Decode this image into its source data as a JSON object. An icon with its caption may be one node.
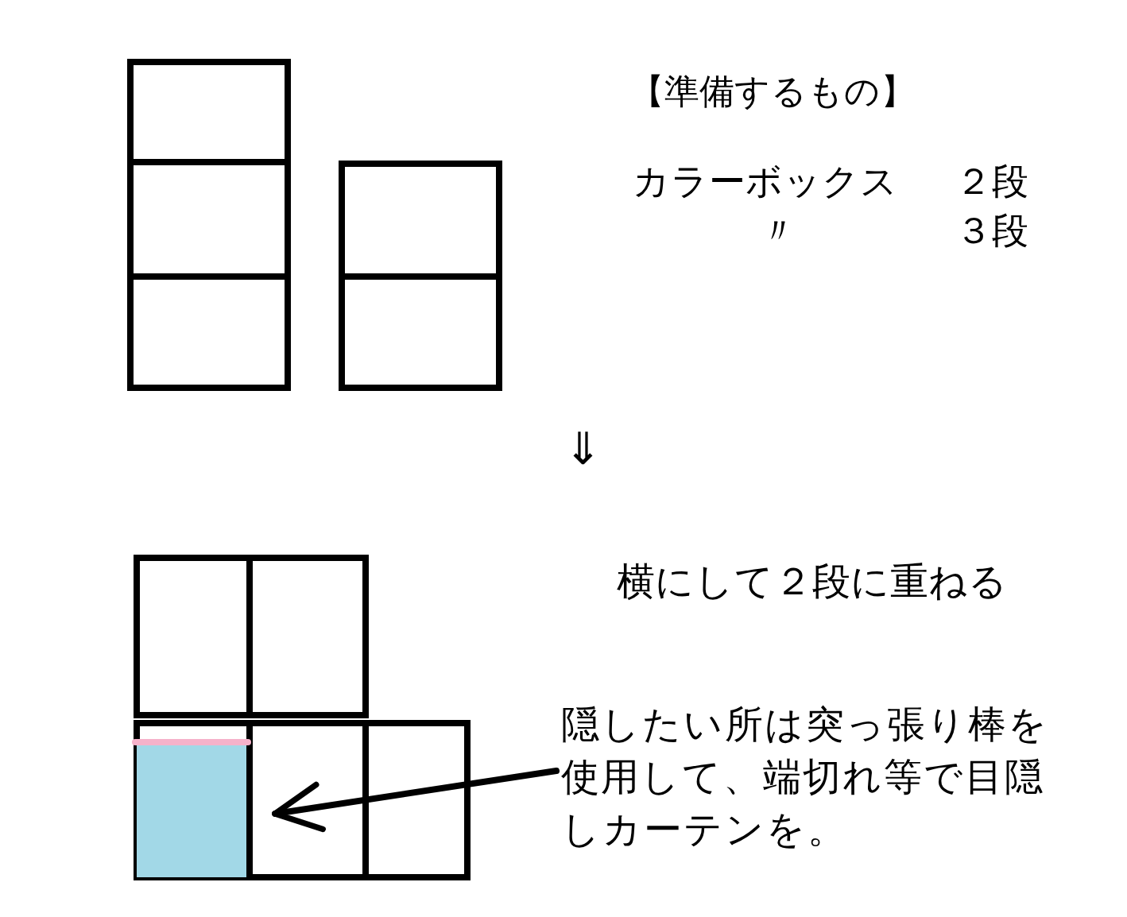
{
  "diagram": {
    "nodes": [
      {
        "text": [
          "隠したい所は突っ張り棒を使用して、端切れ等で目隠しカーテンを。"
        ]
      },
      {
        "text": [],
        "shape": "box"
      }
    ],
    "edges": [
      {
        "from": 0,
        "to": 1,
        "arrow": "to"
      }
    ],
    "labels": [
      "【準備するもの】",
      "カラーボックス",
      "２段",
      "〃",
      "３段",
      "⇓",
      "横にして２段に重ねる"
    ]
  }
}
